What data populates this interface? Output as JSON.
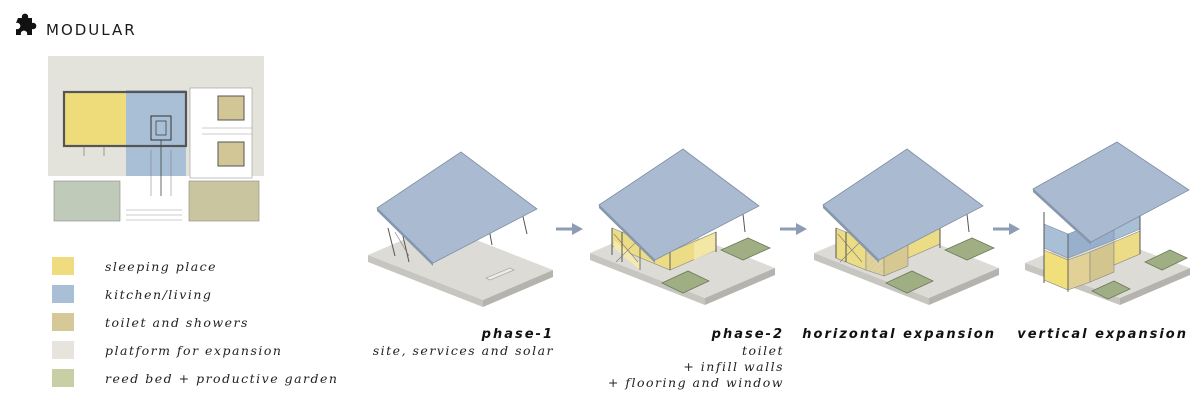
{
  "header": {
    "title": "MODULAR",
    "icon": "puzzle-icon"
  },
  "colors": {
    "sleeping": "#f0dc7e",
    "kitchen": "#a9bfd6",
    "toilet": "#d7c897",
    "platform": "#e6e4dd",
    "reed": "#c9cfa4",
    "roof": "#a9bad1",
    "garden": "#9fae83"
  },
  "legend": [
    {
      "label": "sleeping place",
      "color": "#f0dc7e"
    },
    {
      "label": "kitchen/living",
      "color": "#a9bfd6"
    },
    {
      "label": "toilet and showers",
      "color": "#d7c897"
    },
    {
      "label": "platform for expansion",
      "color": "#e6e4dd"
    },
    {
      "label": "reed bed + productive garden",
      "color": "#c9cfa4"
    }
  ],
  "phases": [
    {
      "title": "phase-1",
      "lines": [
        "site, services  and solar"
      ]
    },
    {
      "title": "phase-2",
      "lines": [
        "toilet",
        "+ infill walls",
        "+ flooring and window"
      ]
    },
    {
      "title": "horizontal expansion",
      "lines": []
    },
    {
      "title": "vertical expansion",
      "lines": []
    }
  ]
}
